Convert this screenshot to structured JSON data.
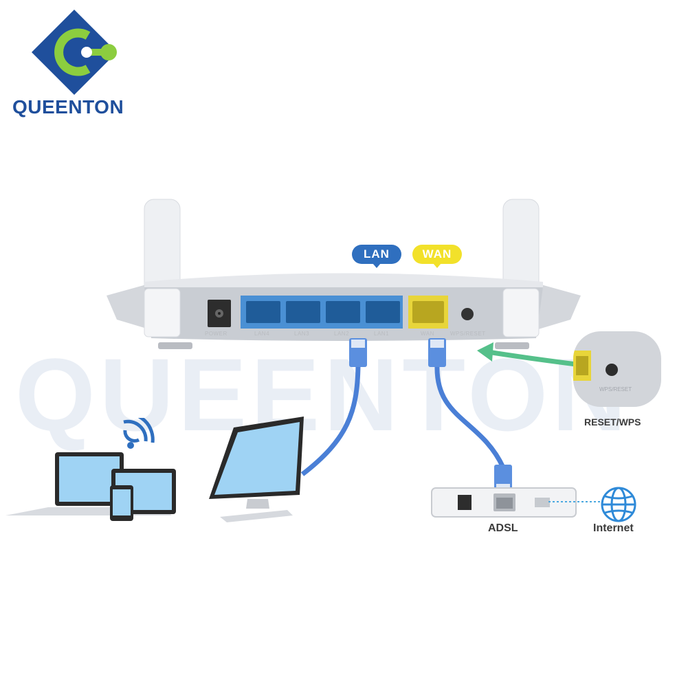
{
  "brand": {
    "name": "QUEENTON",
    "watermark": "QUEENTON"
  },
  "colors": {
    "brand_blue": "#1f4f9c",
    "brand_green": "#8ccd3f",
    "lan": "#2f6fbf",
    "wan": "#f2e12a",
    "cable": "#4a7fd6",
    "arrow": "#55c08a",
    "screen": "#9fd3f4"
  },
  "router": {
    "lan_badge": "LAN",
    "wan_badge": "WAN",
    "port_labels": [
      "POWER",
      "LAN4",
      "LAN3",
      "LAN2",
      "LAN1",
      "WAN",
      "WPS/RESET"
    ]
  },
  "callout": {
    "inset_label": "WPS/RESET",
    "caption": "RESET/WPS"
  },
  "devices": {
    "adsl_label": "ADSL",
    "internet_label": "Internet"
  },
  "icons": [
    "logo-mark",
    "wifi-signal-icon",
    "laptop-icon",
    "tablet-icon",
    "phone-icon",
    "monitor-icon",
    "globe-icon",
    "ethernet-plug-icon",
    "router-icon",
    "adsl-modem-icon"
  ]
}
